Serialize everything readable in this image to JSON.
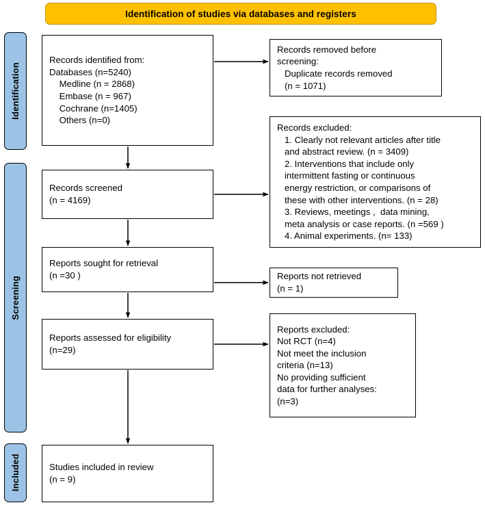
{
  "diagram": {
    "type": "PRISMA flow diagram",
    "banner": {
      "title": "Identification of studies via databases and registers",
      "fill": "#FFC000",
      "border": "#BF9000"
    },
    "stages": [
      {
        "id": "identification",
        "label": "Identification",
        "fill": "#9CC3E5"
      },
      {
        "id": "screening",
        "label": "Screening",
        "fill": "#9CC3E5"
      },
      {
        "id": "included",
        "label": "Included",
        "fill": "#9CC3E5"
      }
    ],
    "boxes": {
      "identified": {
        "lines": [
          "Records identified from:",
          "Databases (n=5240)",
          "    Medline (n = 2868)",
          "    Embase (n = 967)",
          "    Cochrane (n=1405)",
          "    Others (n=0)"
        ]
      },
      "removed": {
        "lines": [
          "Records removed before",
          "screening:",
          "   Duplicate records removed",
          "   (n = 1071)"
        ]
      },
      "excluded_screening": {
        "lines": [
          "Records excluded:",
          "   1. Clearly not relevant articles after title",
          "   and abstract review. (n = 3409)",
          "   2. Interventions that include only",
          "   intermittent fasting or continuous",
          "   energy restriction, or comparisons of",
          "   these with other interventions. (n = 28)",
          "   3. Reviews, meetings ,  data mining,",
          "   meta analysis or case reports. (n =569 )",
          "   4. Animal experiments. (n= 133)"
        ]
      },
      "screened": {
        "lines": [
          "Records screened",
          "(n = 4169)"
        ]
      },
      "sought": {
        "lines": [
          "Reports sought for retrieval",
          "(n =30 )"
        ]
      },
      "not_retrieved": {
        "lines": [
          "Reports not retrieved",
          "(n = 1)"
        ]
      },
      "assessed": {
        "lines": [
          "Reports assessed for eligibility",
          "(n=29)"
        ]
      },
      "reports_excluded": {
        "lines": [
          "Reports excluded:",
          "Not RCT (n=4)",
          "Not meet the inclusion",
          "criteria (n=13)",
          "No providing sufficient",
          "data for further analyses:",
          "(n=3)"
        ]
      },
      "included": {
        "lines": [
          "Studies included in review",
          "(n = 9)"
        ]
      }
    },
    "counts": {
      "databases_total": 5240,
      "medline": 2868,
      "embase": 967,
      "cochrane": 1405,
      "others": 0,
      "duplicates_removed": 1071,
      "records_screened": 4169,
      "excluded_not_relevant": 3409,
      "excluded_interventions": 28,
      "excluded_reviews": 569,
      "excluded_animal": 133,
      "reports_sought": 30,
      "reports_not_retrieved": 1,
      "reports_assessed": 29,
      "excluded_not_rct": 4,
      "excluded_criteria": 13,
      "excluded_insufficient_data": 3,
      "studies_included": 9
    }
  }
}
